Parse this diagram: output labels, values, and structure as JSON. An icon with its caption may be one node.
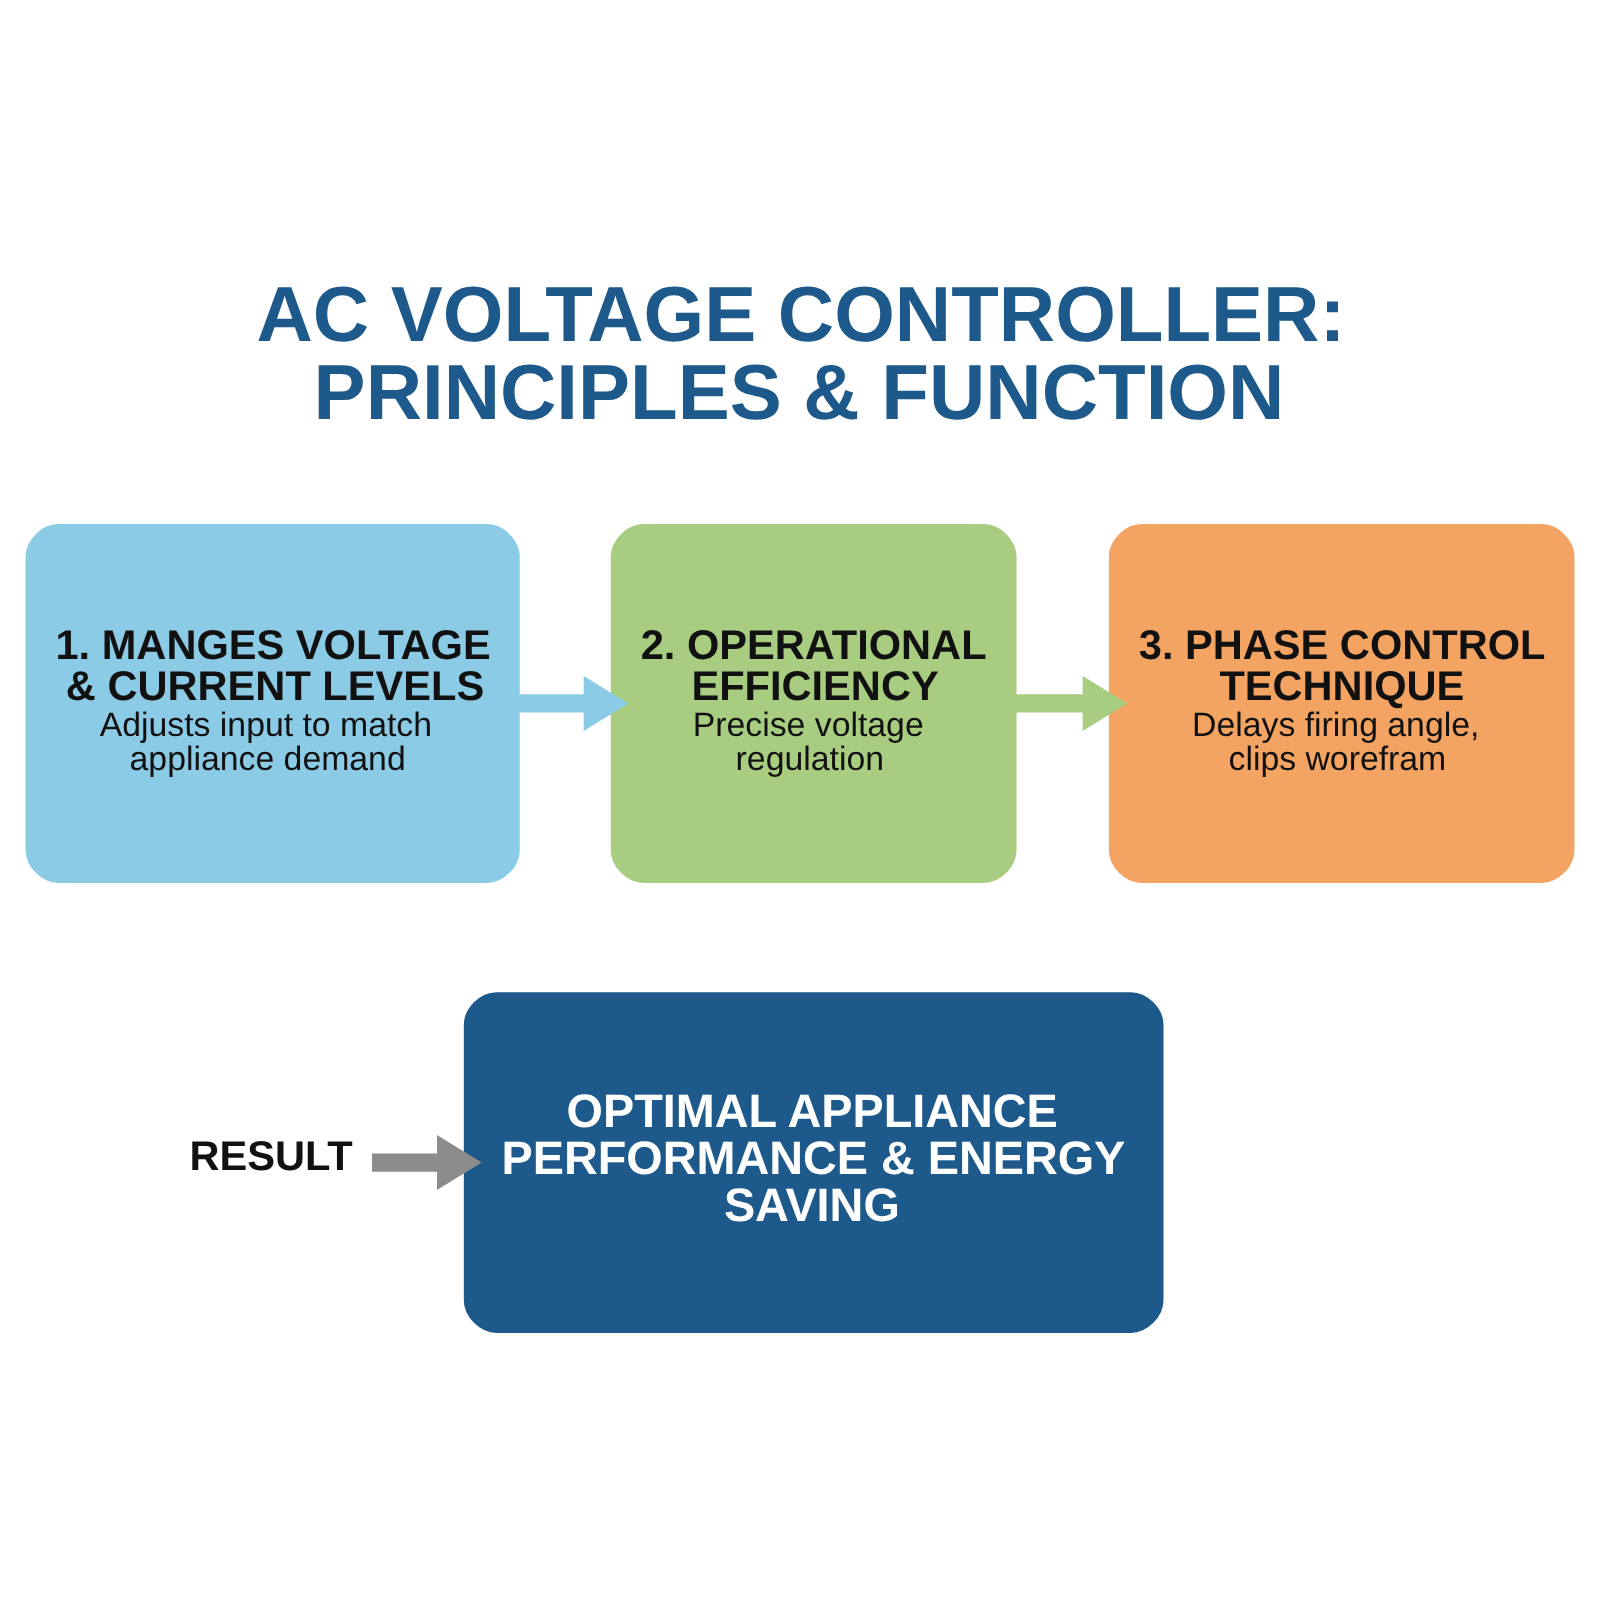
{
  "diagram": {
    "title": "AC VOLTAGE CONTROLLER: PRINCIPLES & FUNCTION",
    "nodes": [
      {
        "text": [
          "1. MANGES VOLTAGE & CURRENT LEVELS",
          "Adjusts input to match appliance demand"
        ]
      },
      {
        "text": [
          "2. OPERATIONAL EFFICIENCY",
          "Precise voltage regulation"
        ]
      },
      {
        "text": [
          "3. PHASE CONTROL TECHNIQUE",
          "Delays firing angle, clips worefram"
        ]
      },
      {
        "text": [
          "RESULT"
        ]
      },
      {
        "text": [
          "OPTIMAL APPLIANCE PERFORMANCE & ENERGY SAVING"
        ]
      }
    ],
    "edges": [
      {
        "from": 0,
        "to": 1,
        "arrow": "to",
        "color": "#8ccbe6"
      },
      {
        "from": 1,
        "to": 2,
        "arrow": "to",
        "color": "#a9cd80"
      },
      {
        "from": 3,
        "to": 4,
        "arrow": "to",
        "color": "#8c8c8c"
      }
    ]
  }
}
